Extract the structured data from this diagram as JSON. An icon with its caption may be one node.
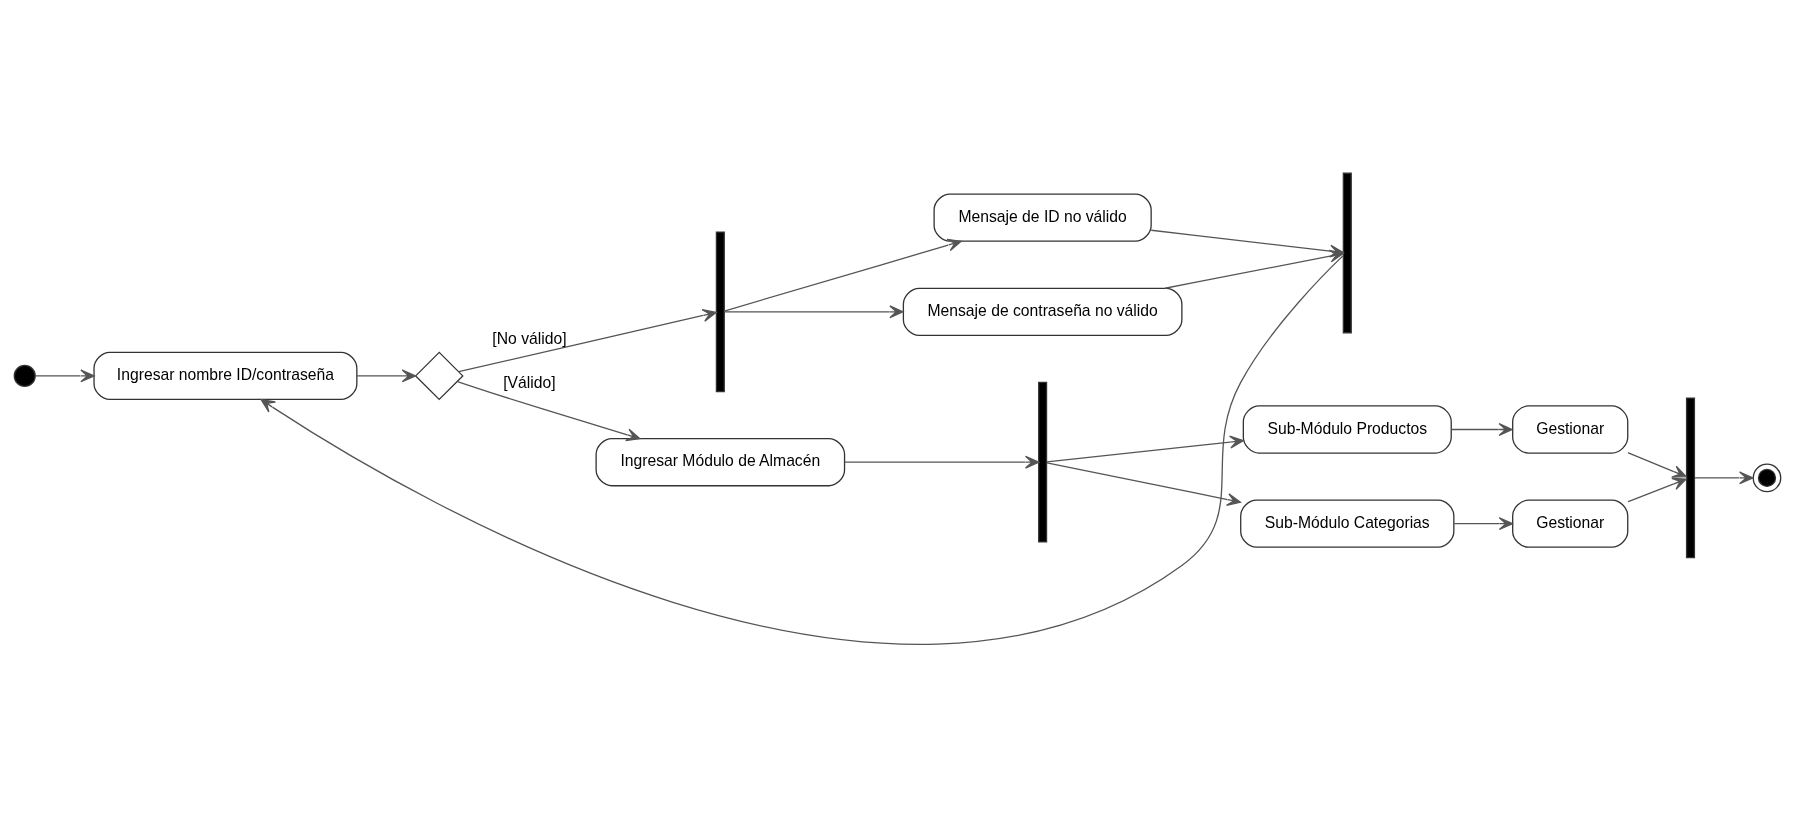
{
  "diagram": {
    "nodes": [
      {
        "text": [],
        "shape": "circle"
      },
      {
        "text": [
          "Ingresar nombre ID/contraseña"
        ]
      },
      {
        "text": [],
        "shape": "diamond"
      },
      {
        "text": [],
        "shape": "bar"
      },
      {
        "text": [
          "Mensaje de ID no válido"
        ]
      },
      {
        "text": [
          "Mensaje de contraseña no válido"
        ]
      },
      {
        "text": [],
        "shape": "bar"
      },
      {
        "text": [
          "Ingresar Módulo de Almacén"
        ]
      },
      {
        "text": [],
        "shape": "bar"
      },
      {
        "text": [
          "Sub-Módulo Productos"
        ]
      },
      {
        "text": [
          "Gestionar"
        ]
      },
      {
        "text": [
          "Sub-Módulo Categorias"
        ]
      },
      {
        "text": [
          "Gestionar"
        ]
      },
      {
        "text": [],
        "shape": "bar"
      },
      {
        "text": [],
        "shape": "circle"
      }
    ],
    "edges": [
      {
        "from": 0,
        "to": 1,
        "arrow": "to"
      },
      {
        "from": 1,
        "to": 2,
        "arrow": "to"
      },
      {
        "from": 2,
        "to": 3,
        "arrow": "to",
        "label": "[No válido]"
      },
      {
        "from": 3,
        "to": 4,
        "arrow": "to"
      },
      {
        "from": 3,
        "to": 5,
        "arrow": "to"
      },
      {
        "from": 4,
        "to": 6,
        "arrow": "to"
      },
      {
        "from": 5,
        "to": 6,
        "arrow": "to"
      },
      {
        "from": 6,
        "to": 1,
        "arrow": "to"
      },
      {
        "from": 2,
        "to": 7,
        "arrow": "to",
        "label": "[Válido]"
      },
      {
        "from": 7,
        "to": 8,
        "arrow": "to"
      },
      {
        "from": 8,
        "to": 9,
        "arrow": "to"
      },
      {
        "from": 8,
        "to": 11,
        "arrow": "to"
      },
      {
        "from": 9,
        "to": 10,
        "arrow": "to"
      },
      {
        "from": 11,
        "to": 12,
        "arrow": "to"
      },
      {
        "from": 10,
        "to": 13,
        "arrow": "to"
      },
      {
        "from": 12,
        "to": 13,
        "arrow": "to"
      },
      {
        "from": 13,
        "to": 14,
        "arrow": "to"
      }
    ]
  }
}
